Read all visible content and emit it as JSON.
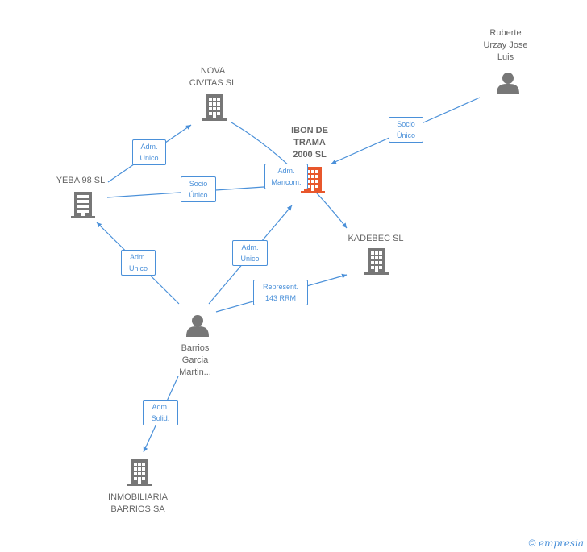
{
  "colors": {
    "edge": "#4a90d9",
    "node": "#777777",
    "focus": "#e8572c"
  },
  "nodes": [
    {
      "id": "nova",
      "type": "company",
      "label": "NOVA\nCIVITAS  SL"
    },
    {
      "id": "ibon",
      "type": "company",
      "label": "IBON DE\nTRAMA\n2000  SL",
      "focus": true
    },
    {
      "id": "ruberte",
      "type": "person",
      "label": "Ruberte\nUrzay Jose\nLuis"
    },
    {
      "id": "yeba",
      "type": "company",
      "label": "YEBA 98 SL"
    },
    {
      "id": "kadebec",
      "type": "company",
      "label": "KADEBEC SL"
    },
    {
      "id": "barrios",
      "type": "person",
      "label": "Barrios\nGarcia\nMartin..."
    },
    {
      "id": "inmobiliaria",
      "type": "company",
      "label": "INMOBILIARIA\nBARRIOS SA"
    }
  ],
  "edges": [
    {
      "id": "yeba-nova",
      "label": "Adm.\nUnico"
    },
    {
      "id": "yeba-ibon",
      "label": "Socio\nÚnico"
    },
    {
      "id": "nova-kadebec",
      "label": "Adm.\nMancom."
    },
    {
      "id": "ruberte-ibon",
      "label": "Socio\nÚnico"
    },
    {
      "id": "barrios-yeba",
      "label": "Adm.\nUnico"
    },
    {
      "id": "barrios-ibon",
      "label": "Adm.\nUnico"
    },
    {
      "id": "barrios-kadebec",
      "label": "Represent.\n143 RRM"
    },
    {
      "id": "barrios-inmobiliaria",
      "label": "Adm.\nSolid."
    }
  ],
  "watermark": {
    "copyright": "©",
    "brand_first": "e",
    "brand_rest": "mpresia"
  }
}
